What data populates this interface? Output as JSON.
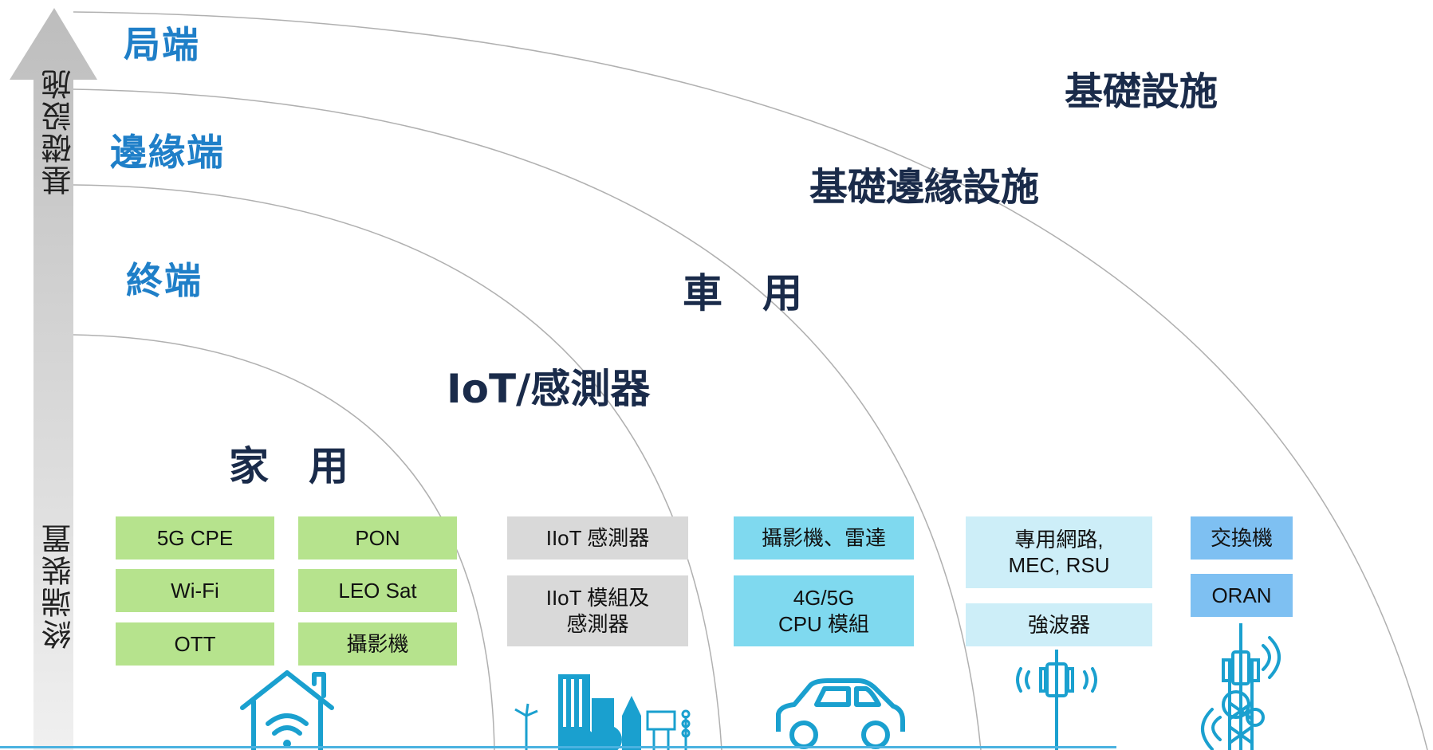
{
  "axis": {
    "top_label": "基礎設施",
    "bottom_label": "終端裝置"
  },
  "tiers": {
    "central": "局端",
    "edge": "邊緣端",
    "terminal": "終端"
  },
  "categories": {
    "infrastructure": "基礎設施",
    "edge_infrastructure": "基礎邊緣設施",
    "vehicle": "車　用",
    "iot": "IoT/感測器",
    "home": "家　用"
  },
  "home_boxes": [
    "5G CPE",
    "PON",
    "Wi-Fi",
    "LEO Sat",
    "OTT",
    "攝影機"
  ],
  "iot_boxes": [
    "IIoT 感測器",
    "IIoT 模組及\n感測器"
  ],
  "vehicle_boxes": [
    "攝影機、雷達",
    "4G/5G\nCPU 模組"
  ],
  "edge_boxes": [
    "專用網路,\nMEC, RSU",
    "強波器"
  ],
  "infra_boxes": [
    "交換機",
    "ORAN"
  ],
  "icons": [
    "house-wifi-icon",
    "smart-city-icon",
    "car-icon",
    "antenna-icon",
    "cell-tower-icon"
  ],
  "colors": {
    "tier_text": "#1f7fc8",
    "category_text": "#1a2b4a",
    "home_box": "#b6e38d",
    "iot_box": "#d9d9d9",
    "vehicle_box": "#7fd9ef",
    "edge_box": "#cdeef8",
    "infra_box": "#7ec0f2",
    "icon": "#1aa0cf"
  }
}
